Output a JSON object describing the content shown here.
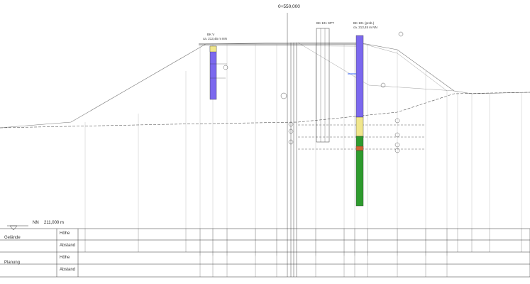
{
  "station_label": "0+550,000",
  "reference_level": {
    "nn_label": "NN",
    "value": "211,000 m"
  },
  "boreholes": [
    {
      "name": "BK V",
      "sub": "ca. 213,45 m NN"
    },
    {
      "name": "BK 101 (prob.)",
      "sub": "ca. 213,45 m NN"
    },
    {
      "name": "BK 101 SPT",
      "sub": ""
    }
  ],
  "table": {
    "sections": [
      {
        "name": "Gelände",
        "rows": [
          "Höhe",
          "Abstand"
        ]
      },
      {
        "name": "Planung",
        "rows": [
          "Höhe",
          "Abstand"
        ]
      }
    ]
  },
  "colors": {
    "line": "#555555",
    "clay": "#7b68ee",
    "sand": "#f0e68c",
    "gravel": "#2e9b2e",
    "fill": "#cc6633",
    "water": "#3366ff"
  }
}
